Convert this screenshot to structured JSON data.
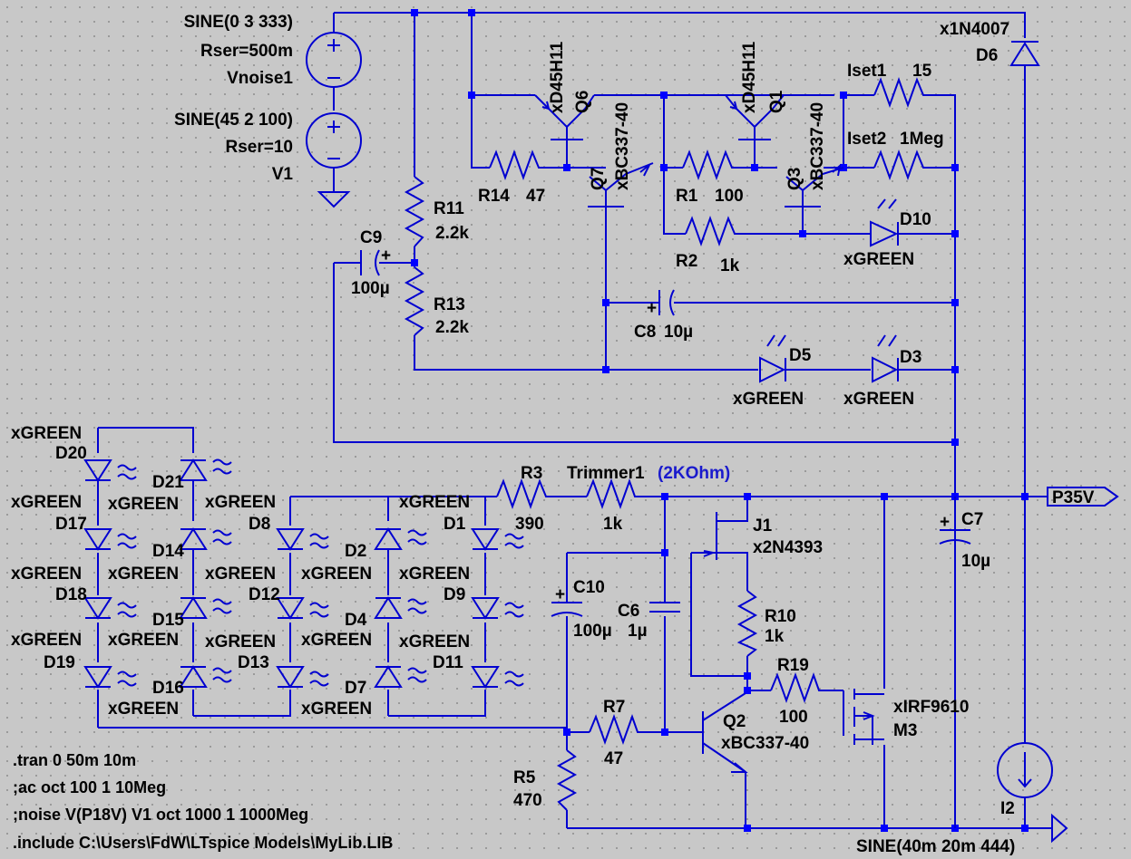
{
  "sources": {
    "vnoise1": {
      "name": "Vnoise1",
      "value": "SINE(0 3 333)",
      "rser": "Rser=500m"
    },
    "v1": {
      "name": "V1",
      "value": "SINE(45 2 100)",
      "rser": "Rser=10"
    },
    "i2": {
      "name": "I2",
      "value": "SINE(40m 20m 444)"
    }
  },
  "resistors": [
    {
      "name": "R11",
      "value": "2.2k"
    },
    {
      "name": "R13",
      "value": "2.2k"
    },
    {
      "name": "R14",
      "value": "47"
    },
    {
      "name": "R1",
      "value": "100"
    },
    {
      "name": "R2",
      "value": "1k"
    },
    {
      "name": "Iset1",
      "value": "15"
    },
    {
      "name": "Iset2",
      "value": "1Meg"
    },
    {
      "name": "R3",
      "value": "390"
    },
    {
      "name": "Trimmer1",
      "value": "1k",
      "note": "(2KOhm)"
    },
    {
      "name": "R10",
      "value": "1k"
    },
    {
      "name": "R19",
      "value": "100"
    },
    {
      "name": "R7",
      "value": "47"
    },
    {
      "name": "R5",
      "value": "470"
    }
  ],
  "capacitors": [
    {
      "name": "C9",
      "value": "100µ"
    },
    {
      "name": "C8",
      "value": "10µ"
    },
    {
      "name": "C7",
      "value": "10µ"
    },
    {
      "name": "C10",
      "value": "100µ"
    },
    {
      "name": "C6",
      "value": "1µ"
    }
  ],
  "transistors": [
    {
      "name": "Q6",
      "model": "xD45H11"
    },
    {
      "name": "Q7",
      "model": "xBC337-40"
    },
    {
      "name": "Q1",
      "model": "xD45H11"
    },
    {
      "name": "Q3",
      "model": "xBC337-40"
    },
    {
      "name": "Q2",
      "model": "xBC337-40"
    },
    {
      "name": "J1",
      "model": "x2N4393"
    },
    {
      "name": "M3",
      "model": "xIRF9610"
    }
  ],
  "diodes": {
    "d6": {
      "name": "D6",
      "model": "x1N4007"
    },
    "model_led": "xGREEN",
    "leds": [
      "D10",
      "D5",
      "D3",
      "D20",
      "D21",
      "D17",
      "D14",
      "D18",
      "D15",
      "D19",
      "D16",
      "D8",
      "D2",
      "D12",
      "D4",
      "D13",
      "D7",
      "D1",
      "D9",
      "D11"
    ]
  },
  "port": "P35V",
  "directives": [
    ".tran 0 50m 10m",
    ";ac oct 100 1 10Meg",
    ";noise V(P18V) V1 oct 1000 1 1000Meg",
    ".include C:\\Users\\FdW\\LTspice Models\\MyLib.LIB"
  ]
}
